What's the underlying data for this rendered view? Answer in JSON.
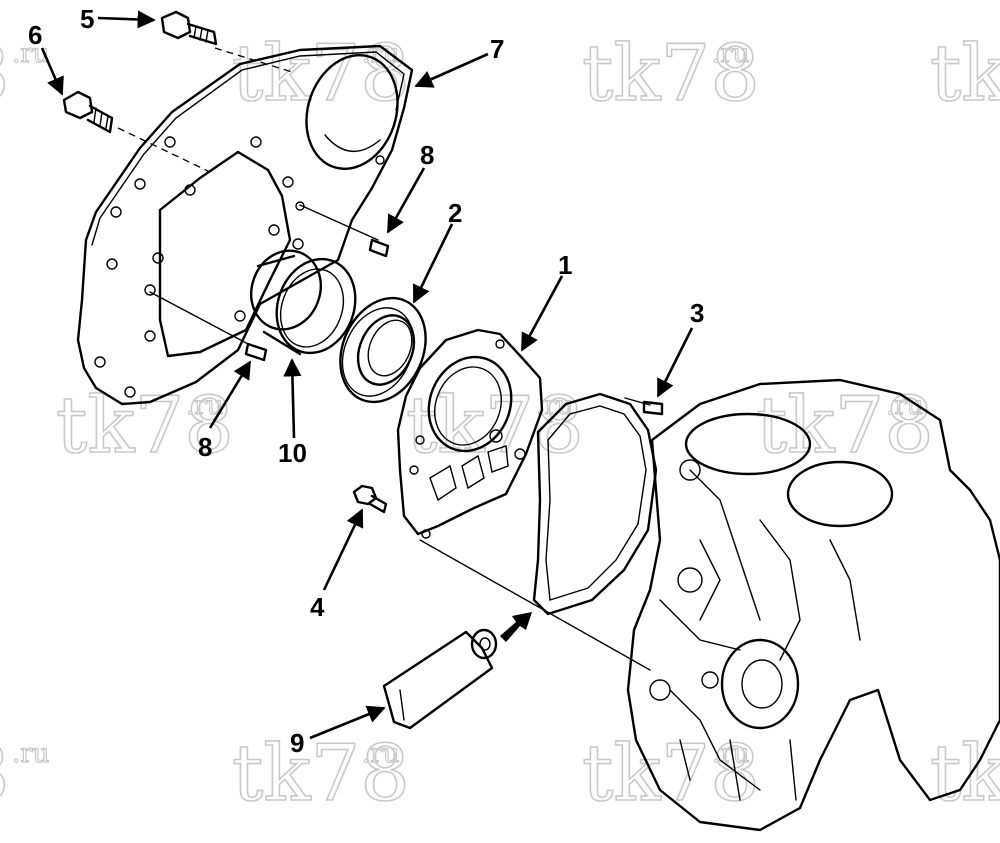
{
  "watermark": {
    "text": "tk78",
    "suffix": ".ru",
    "left_fragment": "8",
    "right_fragment": "tk"
  },
  "callouts": {
    "c1": "1",
    "c2": "2",
    "c3": "3",
    "c4": "4",
    "c5": "5",
    "c6": "6",
    "c7": "7",
    "c8a": "8",
    "c8b": "8",
    "c9": "9",
    "c10": "10"
  }
}
